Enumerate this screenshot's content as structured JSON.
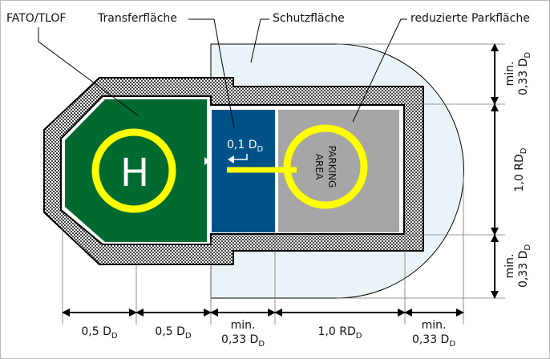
{
  "labels": {
    "fato": "FATO/TLOF",
    "transfer": "Transferfläche",
    "protection": "Schutzfläche",
    "parking_reduced": "reduzierte Parkfläche",
    "helipad_letter": "H",
    "parking_line1": "PARKING",
    "parking_line2": "AREA",
    "transfer_offset": "0,1 D",
    "transfer_offset_sub": "D"
  },
  "dimensions": {
    "bottom": [
      {
        "line1": "",
        "line2": "0,5 D",
        "sub": "D"
      },
      {
        "line1": "",
        "line2": "0,5 D",
        "sub": "D"
      },
      {
        "line1": "min.",
        "line2": "0,33 D",
        "sub": "D"
      },
      {
        "line1": "",
        "line2": "1,0 RD",
        "sub": "D"
      },
      {
        "line1": "min.",
        "line2": "0,33 D",
        "sub": "D"
      }
    ],
    "right": [
      {
        "line1": "min.",
        "line2": "0,33 D",
        "sub": "D"
      },
      {
        "line1": "",
        "line2": "1,0 RD",
        "sub": "D"
      },
      {
        "line1": "min.",
        "line2": "0,33 D",
        "sub": "D"
      }
    ]
  },
  "colors": {
    "fato": "#006a30",
    "transfer": "#005289",
    "parking": "#a6a6a6",
    "marking": "#ffff00",
    "protection": "#eaf4f8"
  }
}
